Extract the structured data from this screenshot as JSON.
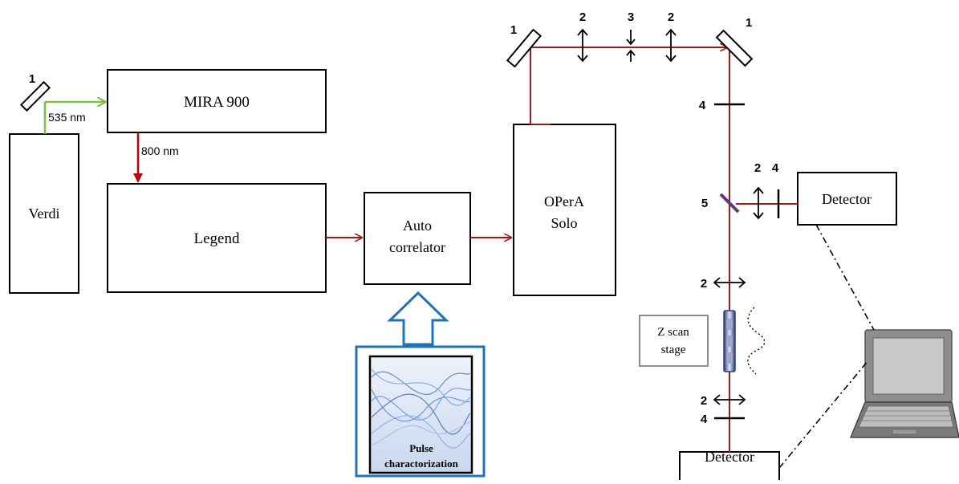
{
  "boxes": {
    "verdi": "Verdi",
    "mira": "MIRA 900",
    "legend": "Legend",
    "auto_line1": "Auto",
    "auto_line2": "correlator",
    "opera_line1": "OPerA",
    "opera_line2": "Solo",
    "detector_top": "Detector",
    "detector_bottom": "Detector",
    "zscan_line1": "Z scan",
    "zscan_line2": "stage"
  },
  "wavelengths": {
    "green": "535 nm",
    "red": "800 nm"
  },
  "pulse": {
    "line1": "Pulse",
    "line2": "charactorization"
  },
  "component_numbers": {
    "mirror_verdi": "1",
    "mirror_left": "1",
    "lens_a": "2",
    "aperture": "3",
    "lens_b": "2",
    "mirror_right": "1",
    "filter_top": "4",
    "splitter": "5",
    "lens_side": "2",
    "filter_side": "4",
    "lens_pre_sample": "2",
    "lens_post_sample": "2",
    "filter_bottom": "4"
  },
  "colors": {
    "beam_red": "#9b1b1b",
    "beam_green": "#7ac143",
    "arrow_blue": "#1f73b7",
    "splitter_purple": "#5b3b7a",
    "sample_blue": "#3a4f8a"
  }
}
